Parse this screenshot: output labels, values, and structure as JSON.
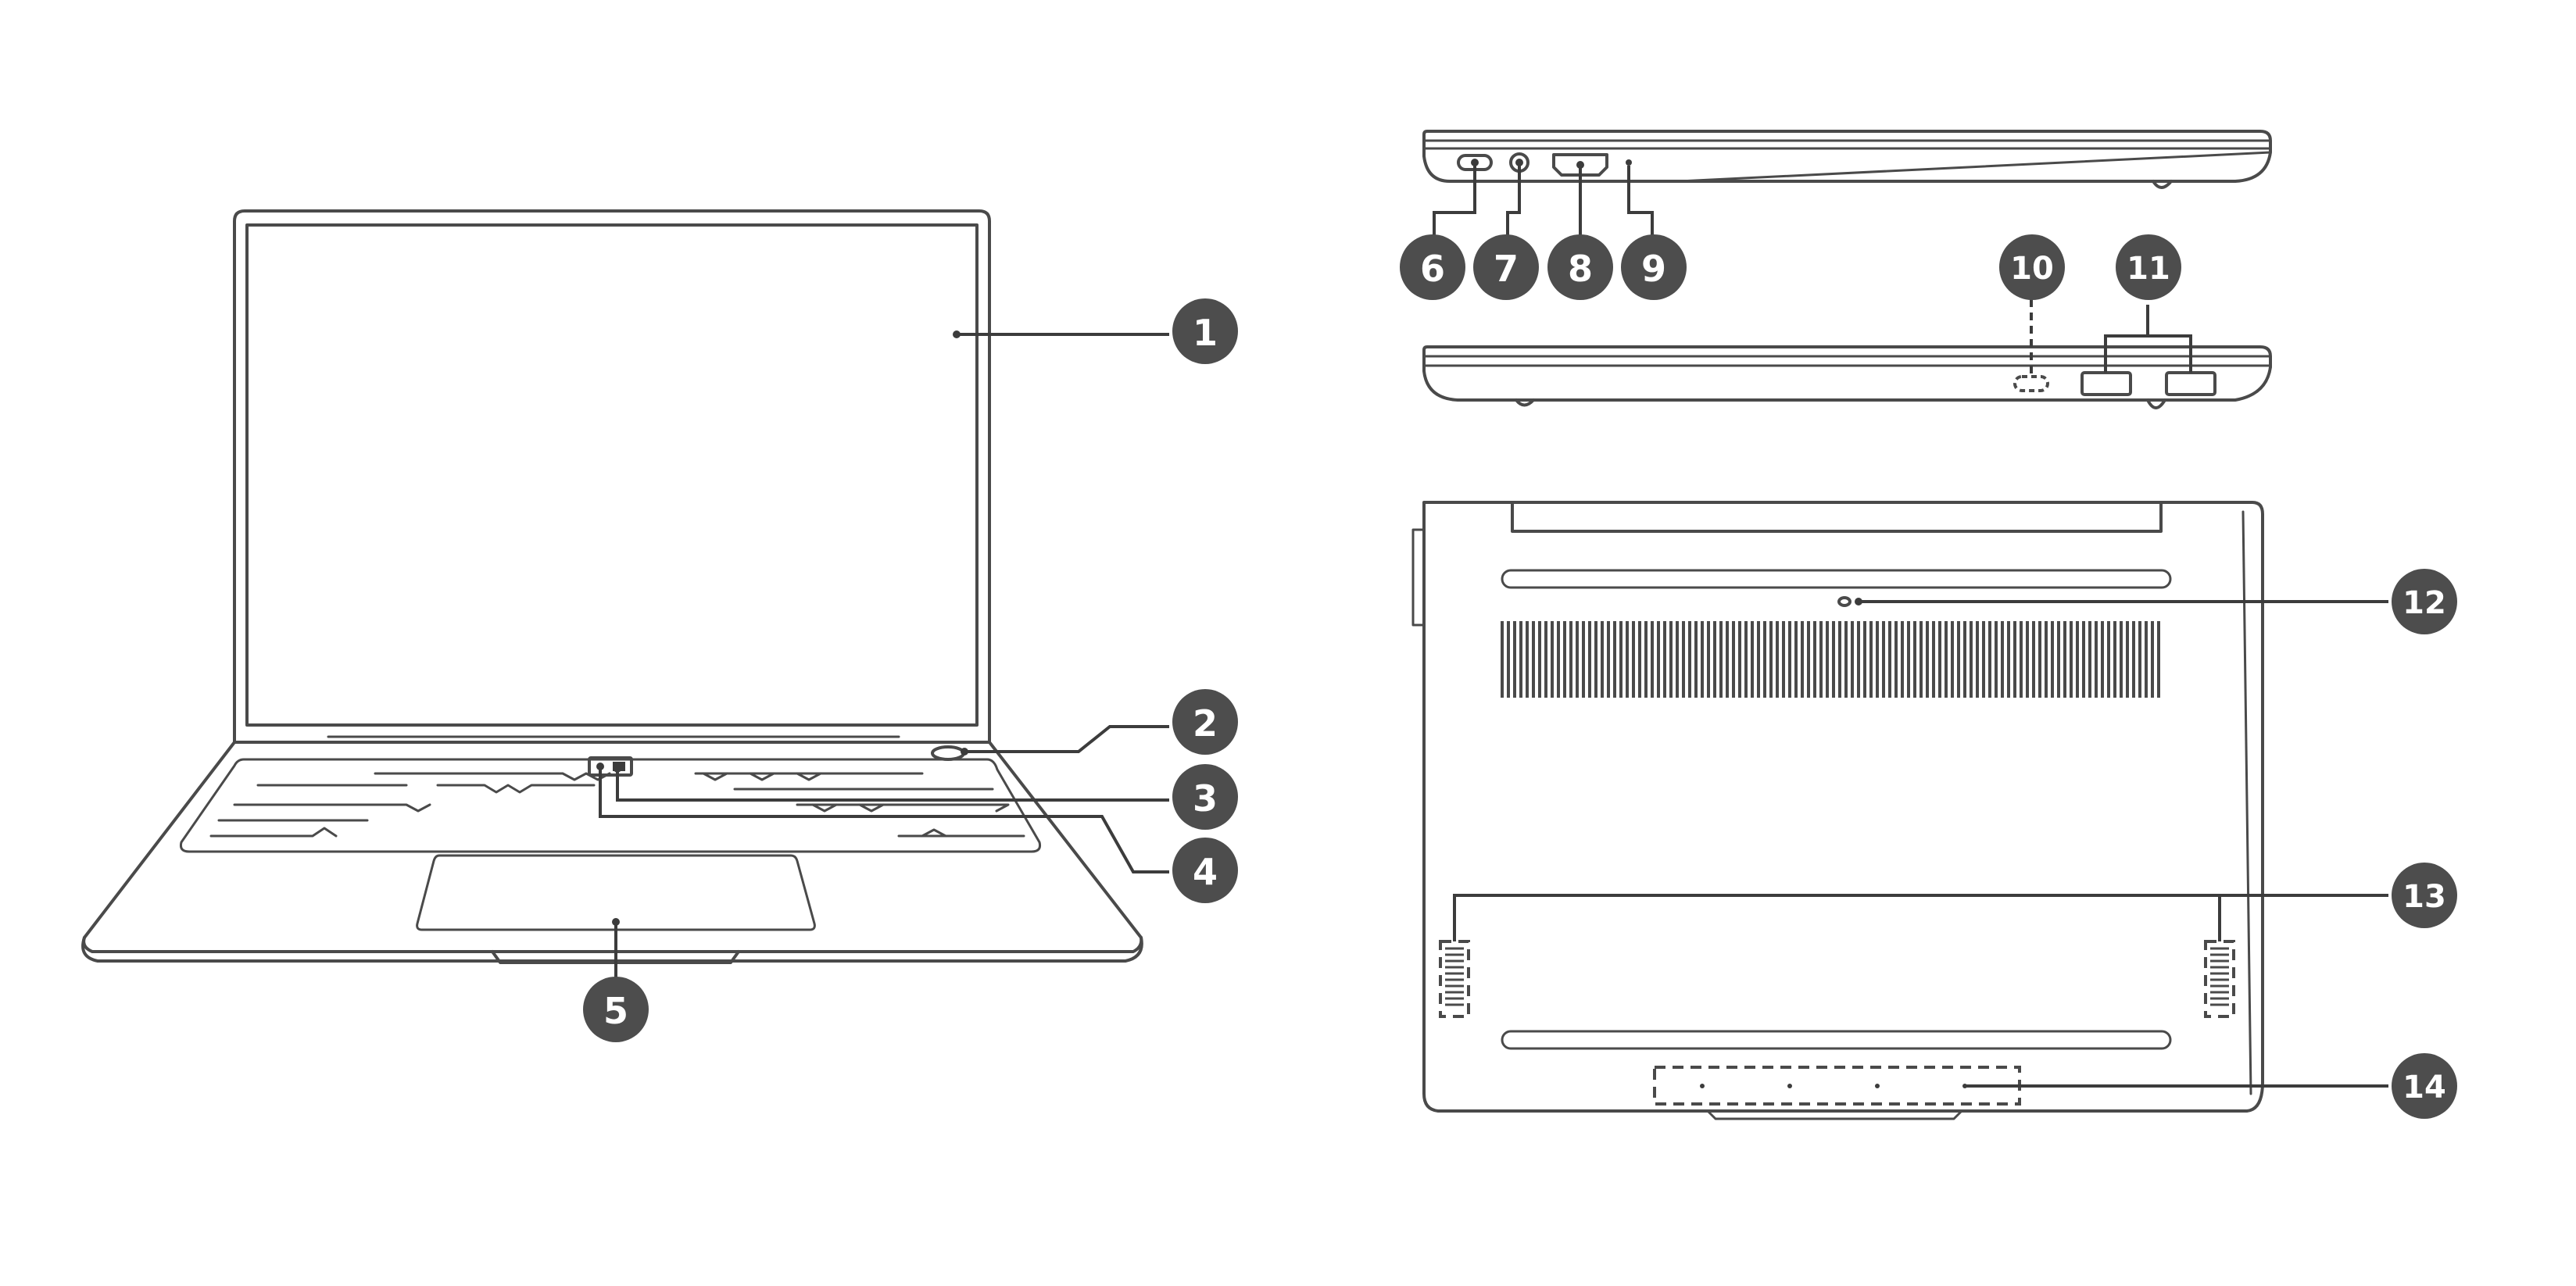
{
  "callouts": [
    {
      "number": "1"
    },
    {
      "number": "2"
    },
    {
      "number": "3"
    },
    {
      "number": "4"
    },
    {
      "number": "5"
    },
    {
      "number": "6"
    },
    {
      "number": "7"
    },
    {
      "number": "8"
    },
    {
      "number": "9"
    },
    {
      "number": "10"
    },
    {
      "number": "11"
    },
    {
      "number": "12"
    },
    {
      "number": "13"
    },
    {
      "number": "14"
    }
  ],
  "colors": {
    "line": "#4a4a4a",
    "callout_fill": "#4d4d4d",
    "callout_text": "#ffffff",
    "background": "#ffffff"
  }
}
